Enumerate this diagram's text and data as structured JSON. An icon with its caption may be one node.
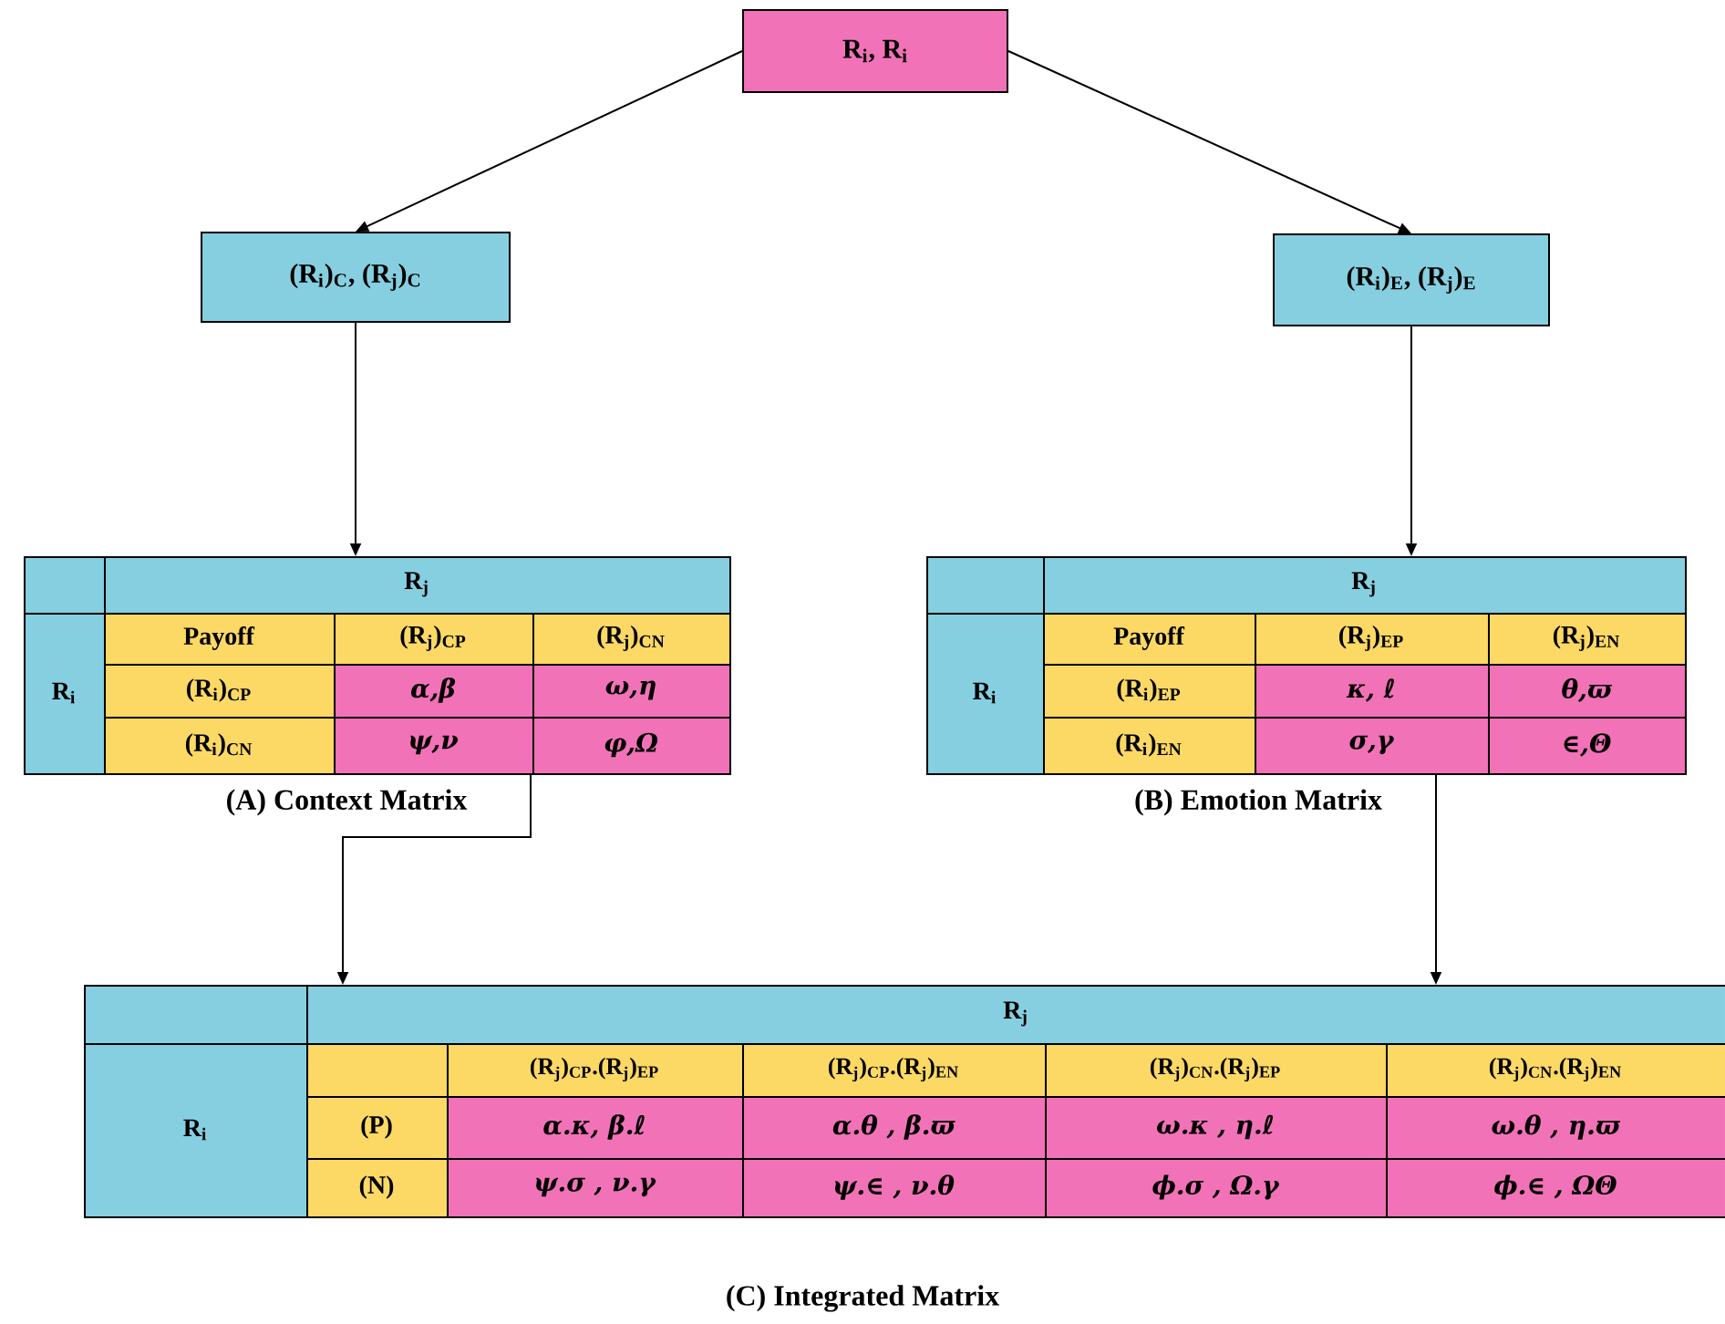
{
  "diagram": {
    "nodes": [
      {
        "text": [
          "R$_{i}$, R$_{i}$"
        ]
      },
      {
        "text": [
          "(R$_{i}$)$_{C}$, (R$_{j}$)$_{C}$"
        ]
      },
      {
        "text": [
          "(R$_{i}$)$_{E}$, (R$_{j}$)$_{E}$"
        ]
      },
      {
        "text": [
          "R$_{j}$",
          "R$_{i}$",
          "Payoff",
          "(R$_{j}$)$_{CP}$",
          "(R$_{j}$)$_{CN}$",
          "(R$_{i}$)$_{CP}$",
          "α,β",
          "ω,η",
          "(R$_{i}$)$_{CN}$",
          "ψ,ν",
          "φ,Ω"
        ],
        "beside": [
          "(A) Context Matrix"
        ]
      },
      {
        "text": [
          "R$_{j}$",
          "R$_{i}$",
          "Payoff",
          "(R$_{j}$)$_{EP}$",
          "(R$_{j}$)$_{EN}$",
          "(R$_{i}$)$_{EP}$",
          "κ, ℓ",
          "θ,ϖ",
          "(R$_{i}$)$_{EN}$",
          "σ,γ",
          "∈,Θ"
        ],
        "beside": [
          "(B) Emotion Matrix"
        ]
      },
      {
        "text": [
          "R$_{j}$",
          "R$_{i}$",
          "(R$_{j}$)$_{CP}$.(R$_{j}$)$_{EP}$",
          "(R$_{j}$)$_{CP}$.(R$_{j}$)$_{EN}$",
          "(R$_{j}$)$_{CN}$.(R$_{j}$)$_{EP}$",
          "(R$_{j}$)$_{CN}$.(R$_{j}$)$_{EN}$",
          "(P)",
          "α.κ, β.ℓ",
          "α.θ , β.ϖ",
          "ω.κ , η.ℓ",
          "ω.θ , η.ϖ",
          "(N)",
          "ψ.σ , ν.γ",
          "ψ.∈ , ν.θ",
          "ϕ.σ , Ω.γ",
          "ϕ.∈ , ΩΘ"
        ],
        "beside": [
          "(C) Integrated Matrix"
        ]
      }
    ],
    "edges": [
      {
        "from": 0,
        "to": 1,
        "arrow": "to"
      },
      {
        "from": 0,
        "to": 2,
        "arrow": "to"
      },
      {
        "from": 1,
        "to": 3,
        "arrow": "to"
      },
      {
        "from": 2,
        "to": 4,
        "arrow": "to"
      },
      {
        "from": 3,
        "to": 5,
        "arrow": "to"
      },
      {
        "from": 4,
        "to": 5,
        "arrow": "to"
      }
    ]
  }
}
